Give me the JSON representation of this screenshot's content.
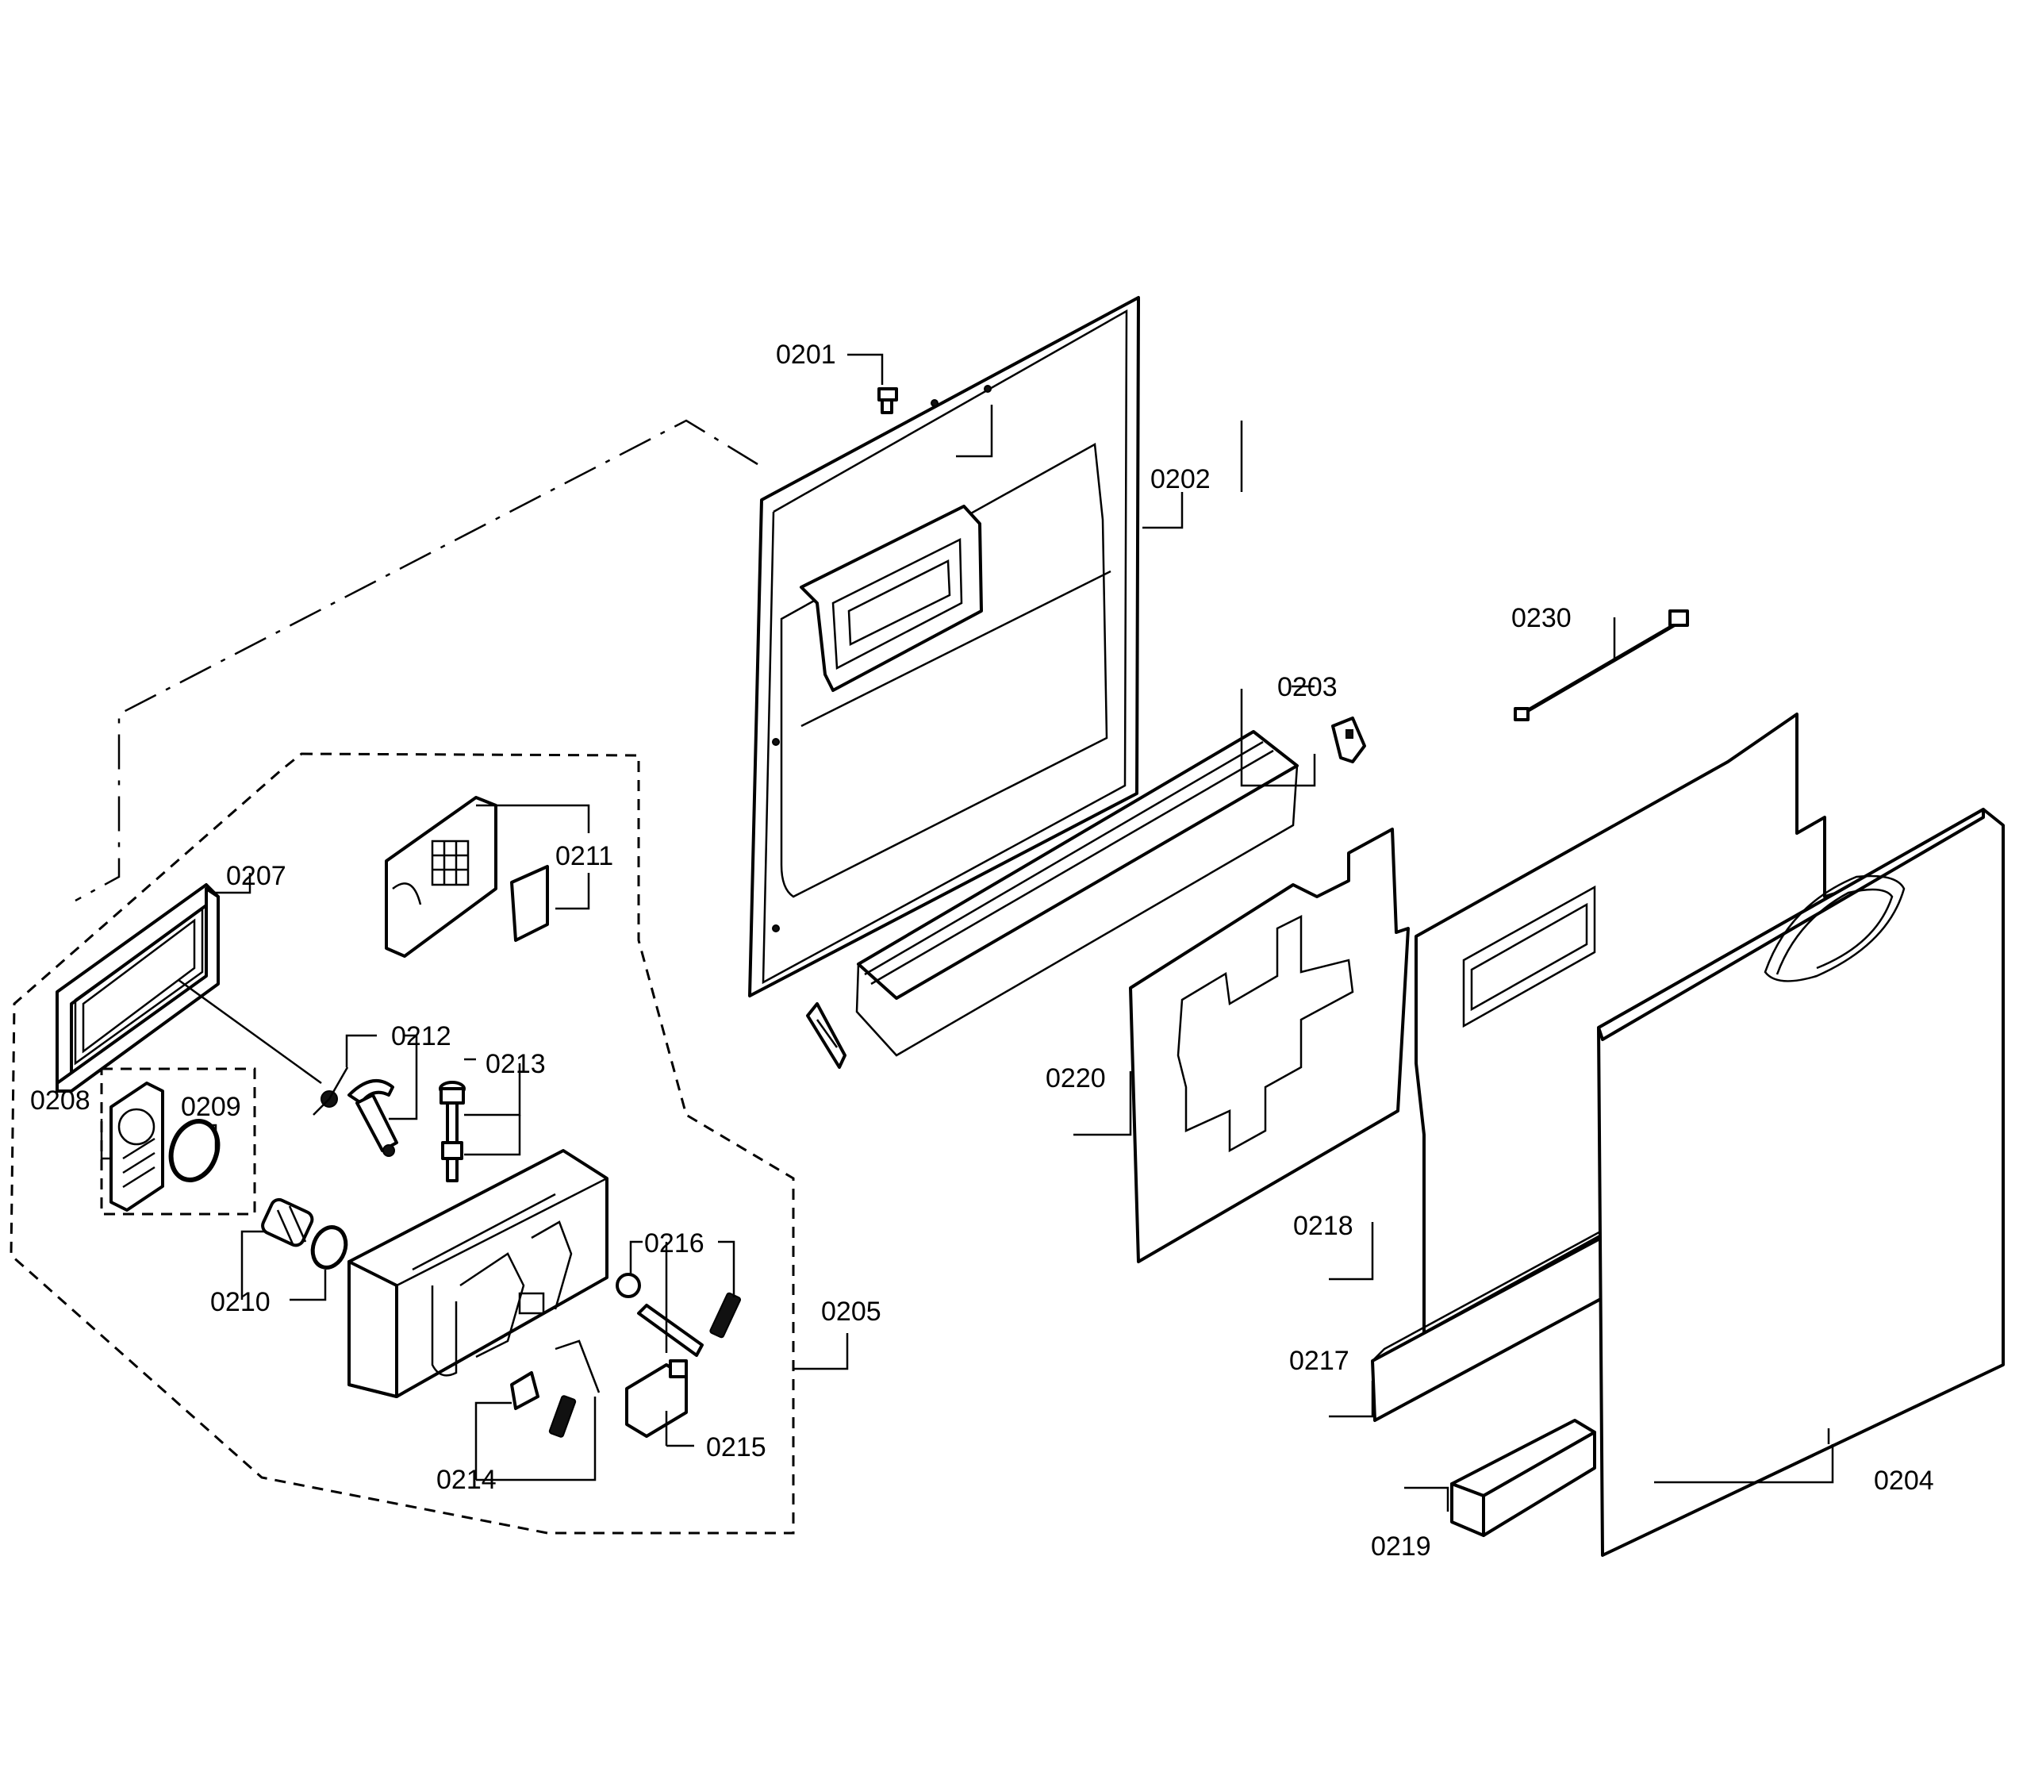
{
  "callouts": {
    "c0201": "0201",
    "c0202": "0202",
    "c0203": "0203",
    "c0204": "0204",
    "c0205": "0205",
    "c0207": "0207",
    "c0208": "0208",
    "c0209": "0209",
    "c0210": "0210",
    "c0211": "0211",
    "c0212": "0212",
    "c0213": "0213",
    "c0214": "0214",
    "c0215": "0215",
    "c0216": "0216",
    "c0217": "0217",
    "c0218": "0218",
    "c0219": "0219",
    "c0220": "0220",
    "c0230": "0230"
  },
  "colors": {
    "line": "#000000",
    "background": "#ffffff"
  }
}
